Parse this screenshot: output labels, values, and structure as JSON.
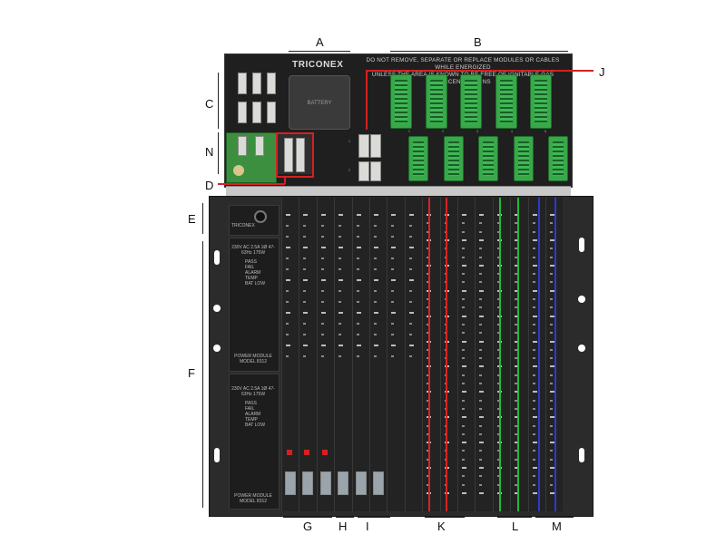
{
  "callouts": {
    "A": "A",
    "B": "B",
    "C": "C",
    "N": "N",
    "D": "D",
    "J": "J",
    "E": "E",
    "F": "F",
    "G": "G",
    "H": "H",
    "I": "I",
    "K": "K",
    "L": "L",
    "M": "M"
  },
  "panel": {
    "logo": "TRICONEX",
    "warning_line1": "DO NOT REMOVE, SEPARATE OR REPLACE MODULES OR CABLES WHILE ENERGIZED",
    "warning_line2": "UNLESS THE AREA IS KNOWN TO BE FREE OF IGNITABLE GAS CONCENTRATIONS",
    "battery_label": "BATTERY",
    "port_nums_top": [
      "1",
      "2",
      "3",
      "4",
      "5"
    ],
    "port_nums_mid": [
      "1",
      "2"
    ]
  },
  "chassis": {
    "logo_small": "TRICONEX",
    "power_module_label": "POWER MODULE MODEL 8312",
    "power_spec": "230V AC 2.5A 1Ø 47-63Hz 175W",
    "status_leds": [
      "PASS",
      "FAIL",
      "ALARM",
      "TEMP",
      "BAT LOW"
    ]
  },
  "colors": {
    "chassis": "#2b2b2b",
    "panel": "#1f1f1f",
    "connector_green": "#38a84a",
    "highlight_red": "#d62020",
    "stripe_green": "#23b83a",
    "stripe_blue": "#2d3ad0",
    "stripe_red": "#d42525"
  }
}
